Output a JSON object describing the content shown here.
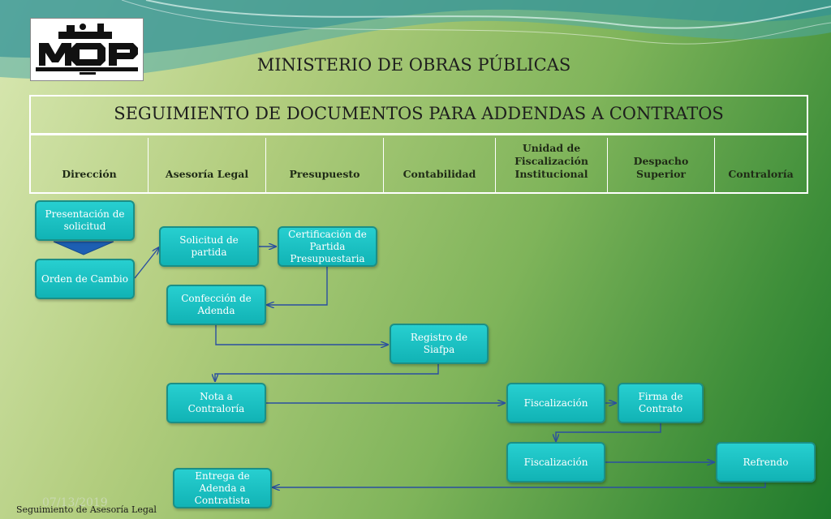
{
  "header": {
    "ministry": "MINISTERIO DE OBRAS PÚBLICAS",
    "table_title": "SEGUIMIENTO DE DOCUMENTOS PARA ADDENDAS A CONTRATOS"
  },
  "columns": [
    {
      "label": "Dirección"
    },
    {
      "label": "Asesoría Legal"
    },
    {
      "label": "Presupuesto"
    },
    {
      "label": "Contabilidad"
    },
    {
      "label": "Unidad de Fiscalización Institucional"
    },
    {
      "label": "Despacho Superior"
    },
    {
      "label": "Contraloría"
    }
  ],
  "nodes": {
    "presentacion": "Presentación de solicitud",
    "orden": "Orden de Cambio",
    "solicitud_partida": "Solicitud de partida",
    "certificacion": "Certificación de Partida Presupuestaria",
    "confeccion": "Confección de Adenda",
    "registro": "Registro de Siafpa",
    "nota": "Nota  a Contraloría",
    "fiscalizacion1": "Fiscalización",
    "firma": "Firma de Contrato",
    "fiscalizacion2": "Fiscalización",
    "refrendo": "Refrendo",
    "entrega": "Entrega de Adenda a Contratista"
  },
  "footer": {
    "date": "07/13/2019",
    "text": "Seguimiento de Asesoría Legal"
  },
  "colors": {
    "node_fill": "#1fc4c6",
    "node_border": "#1b8f86",
    "connector": "#2a4fa0"
  }
}
